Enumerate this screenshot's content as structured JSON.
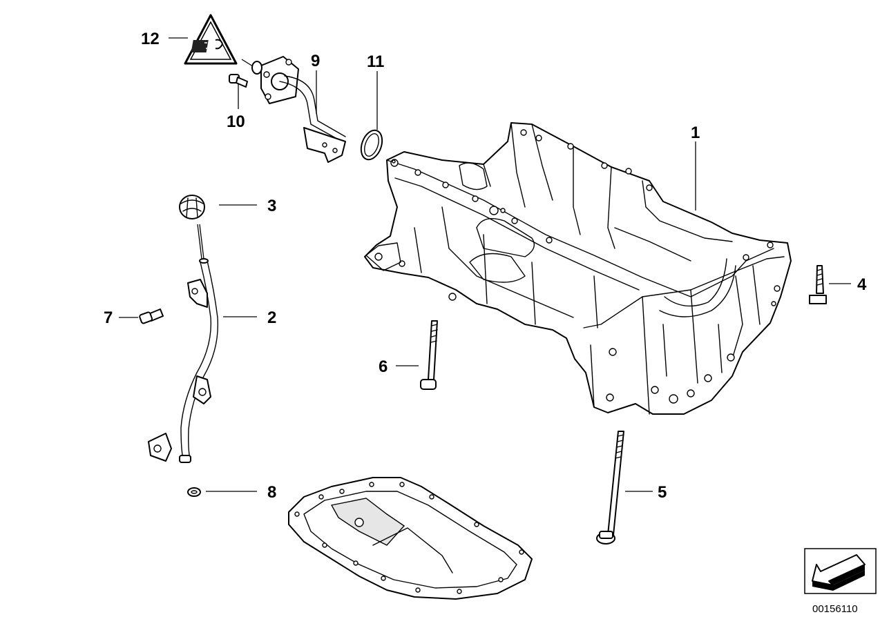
{
  "callouts": {
    "c1": "1",
    "c2": "2",
    "c3": "3",
    "c4": "4",
    "c5": "5",
    "c6": "6",
    "c7": "7",
    "c8": "8",
    "c9": "9",
    "c10": "10",
    "c11": "11",
    "c12": "12"
  },
  "diagram_code": "00156110",
  "icons": {
    "warning": "triangle-note-icon",
    "corner": "arrow-corner-icon"
  },
  "colors": {
    "line": "#000000",
    "background": "#ffffff"
  }
}
